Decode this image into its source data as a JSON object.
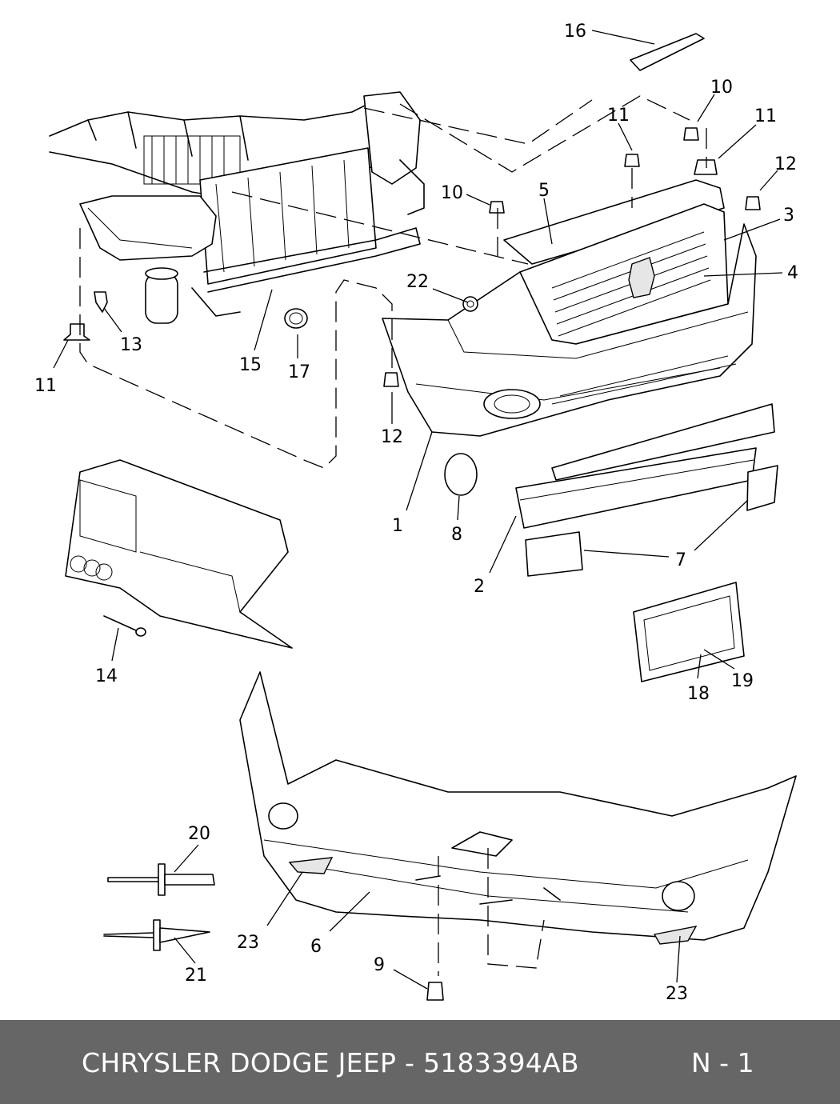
{
  "footer": {
    "part_text": "CHRYSLER DODGE JEEP - 5183394AB",
    "page_text": "N - 1"
  },
  "callouts": [
    "16",
    "10",
    "11",
    "11",
    "12",
    "3",
    "5",
    "10",
    "4",
    "22",
    "11",
    "13",
    "15",
    "17",
    "12",
    "1",
    "8",
    "2",
    "7",
    "14",
    "18",
    "19",
    "20",
    "23",
    "6",
    "21",
    "9",
    "23"
  ]
}
